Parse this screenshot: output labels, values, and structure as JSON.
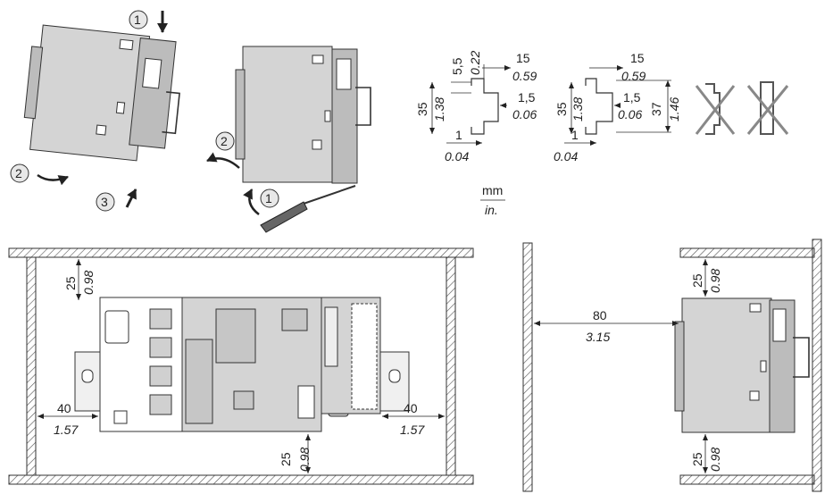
{
  "steps": {
    "s1": "1",
    "s2": "2",
    "s3": "3"
  },
  "rail_top_hat": {
    "d_5_5": "5,5",
    "d_0_22": "0.22",
    "d_15": "15",
    "d_0_59": "0.59",
    "d_35": "35",
    "d_1_38": "1.38",
    "d_1_5": "1,5",
    "d_0_06": "0.06",
    "d_1": "1",
    "d_0_04": "0.04"
  },
  "rail_deep": {
    "d_15": "15",
    "d_0_59": "0.59",
    "d_35": "35",
    "d_1_38": "1.38",
    "d_1_5": "1,5",
    "d_0_06": "0.06",
    "d_37": "37",
    "d_1_46": "1.46",
    "d_1": "1",
    "d_0_04": "0.04"
  },
  "units": {
    "mm": "mm",
    "in": "in."
  },
  "clearance_front": {
    "top_mm": "25",
    "top_in": "0.98",
    "left_mm": "40",
    "left_in": "1.57",
    "right_mm": "40",
    "right_in": "1.57",
    "bottom_mm": "25",
    "bottom_in": "0.98"
  },
  "clearance_side": {
    "depth_mm": "80",
    "depth_in": "3.15",
    "top_mm": "25",
    "top_in": "0.98",
    "bottom_mm": "25",
    "bottom_in": "0.98"
  },
  "colors": {
    "device": "#d4d4d4",
    "line": "#333333",
    "hatch": "#555555"
  },
  "icons": [
    "arrow-down-icon",
    "arrow-up-icon",
    "rotate-arrow-icon",
    "screwdriver-icon",
    "cross-out-icon"
  ]
}
